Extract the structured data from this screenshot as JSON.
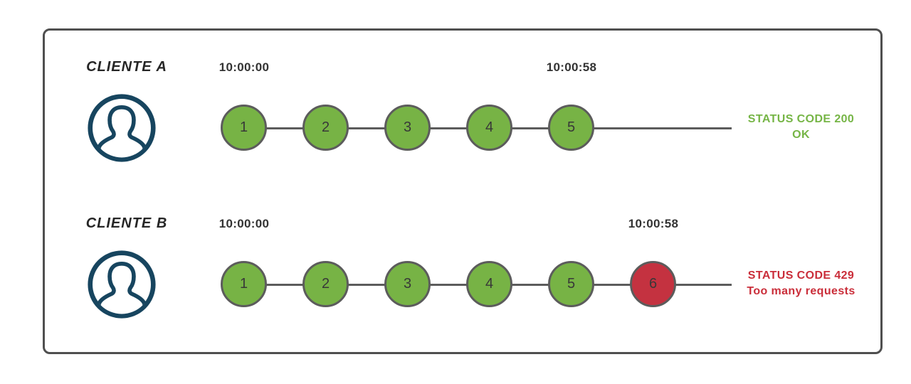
{
  "clients": [
    {
      "label": "CLIENTE A",
      "start_time": "10:00:00",
      "end_time": "10:00:58",
      "requests": [
        "1",
        "2",
        "3",
        "4",
        "5"
      ],
      "status_line1": "STATUS CODE 200",
      "status_line2": "OK"
    },
    {
      "label": "CLIENTE B",
      "start_time": "10:00:00",
      "end_time": "10:00:58",
      "requests": [
        "1",
        "2",
        "3",
        "4",
        "5",
        "6"
      ],
      "status_line1": "STATUS CODE 429",
      "status_line2": "Too many requests"
    }
  ],
  "icons": {
    "client_avatar": "person-circle-icon"
  },
  "colors": {
    "request_ok": "#77b345",
    "request_blocked": "#c43240",
    "status_ok_text": "#76b546",
    "status_error_text": "#ca2e3a",
    "avatar": "#17455f",
    "outline": "#5c5c5c",
    "frame_border": "#4f4f4f"
  }
}
